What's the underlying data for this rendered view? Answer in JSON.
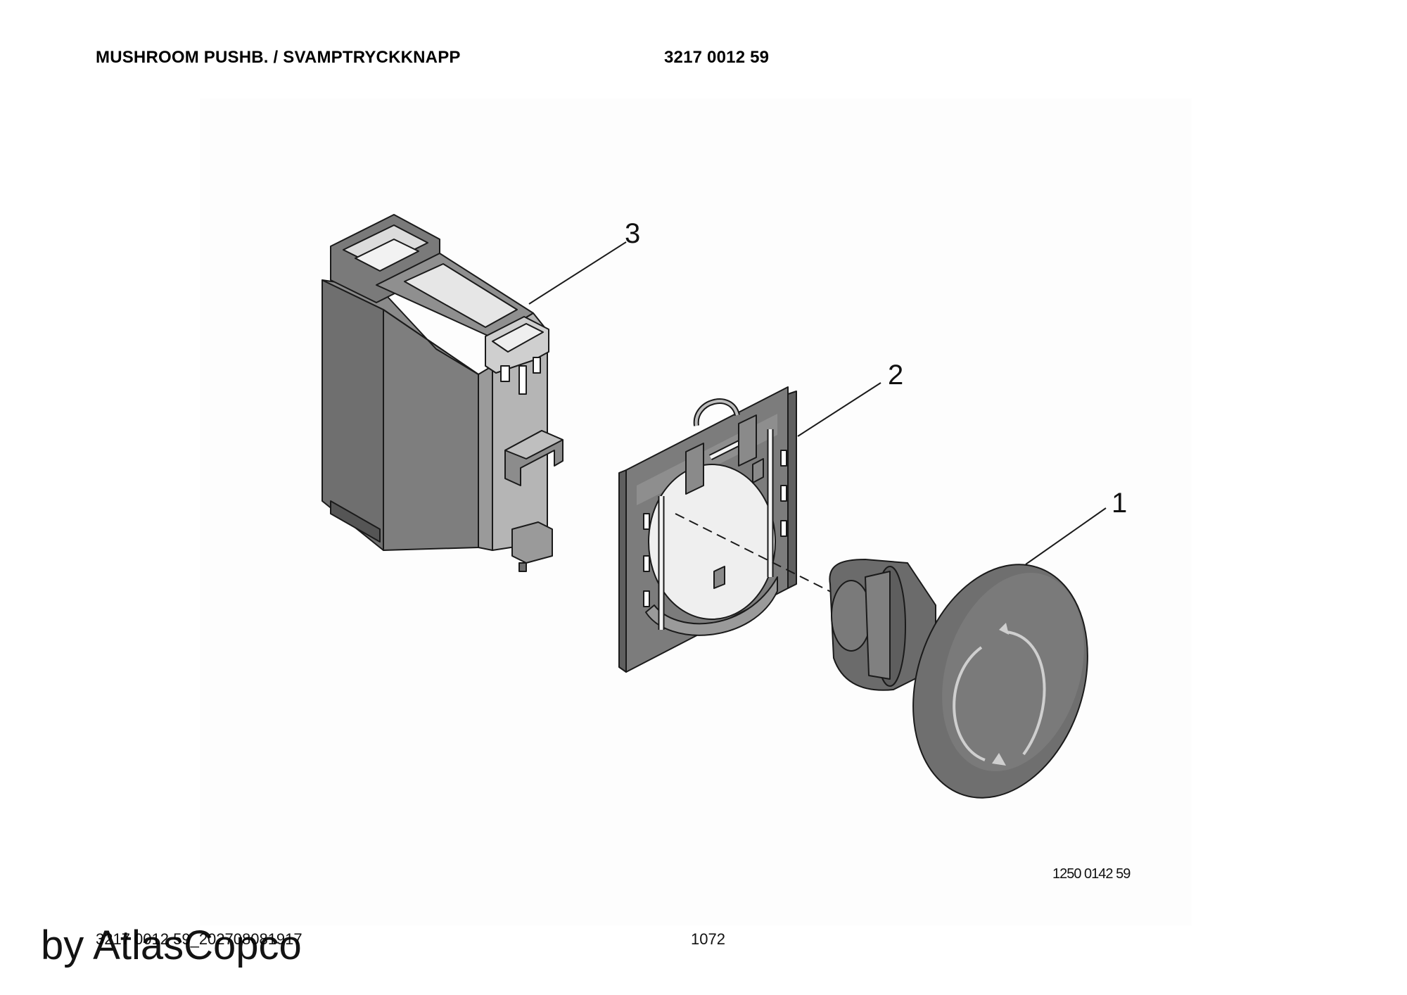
{
  "header": {
    "title": "MUSHROOM PUSHB. / SVAMPTRYCKKNAPP",
    "part_number": "3217 0012 59"
  },
  "drawing": {
    "callouts": [
      "3",
      "2",
      "1"
    ],
    "figure_id": "1250 0142 59"
  },
  "footer": {
    "doc_id": "3217 0012 59_202708081917",
    "page_number": "1072"
  },
  "watermark": "by AtlasCopco",
  "colors": {
    "part_dark": "#6f6f6f",
    "part_mid": "#8c8c8c",
    "part_light": "#bdbdbd",
    "outline": "#1a1a1a"
  }
}
